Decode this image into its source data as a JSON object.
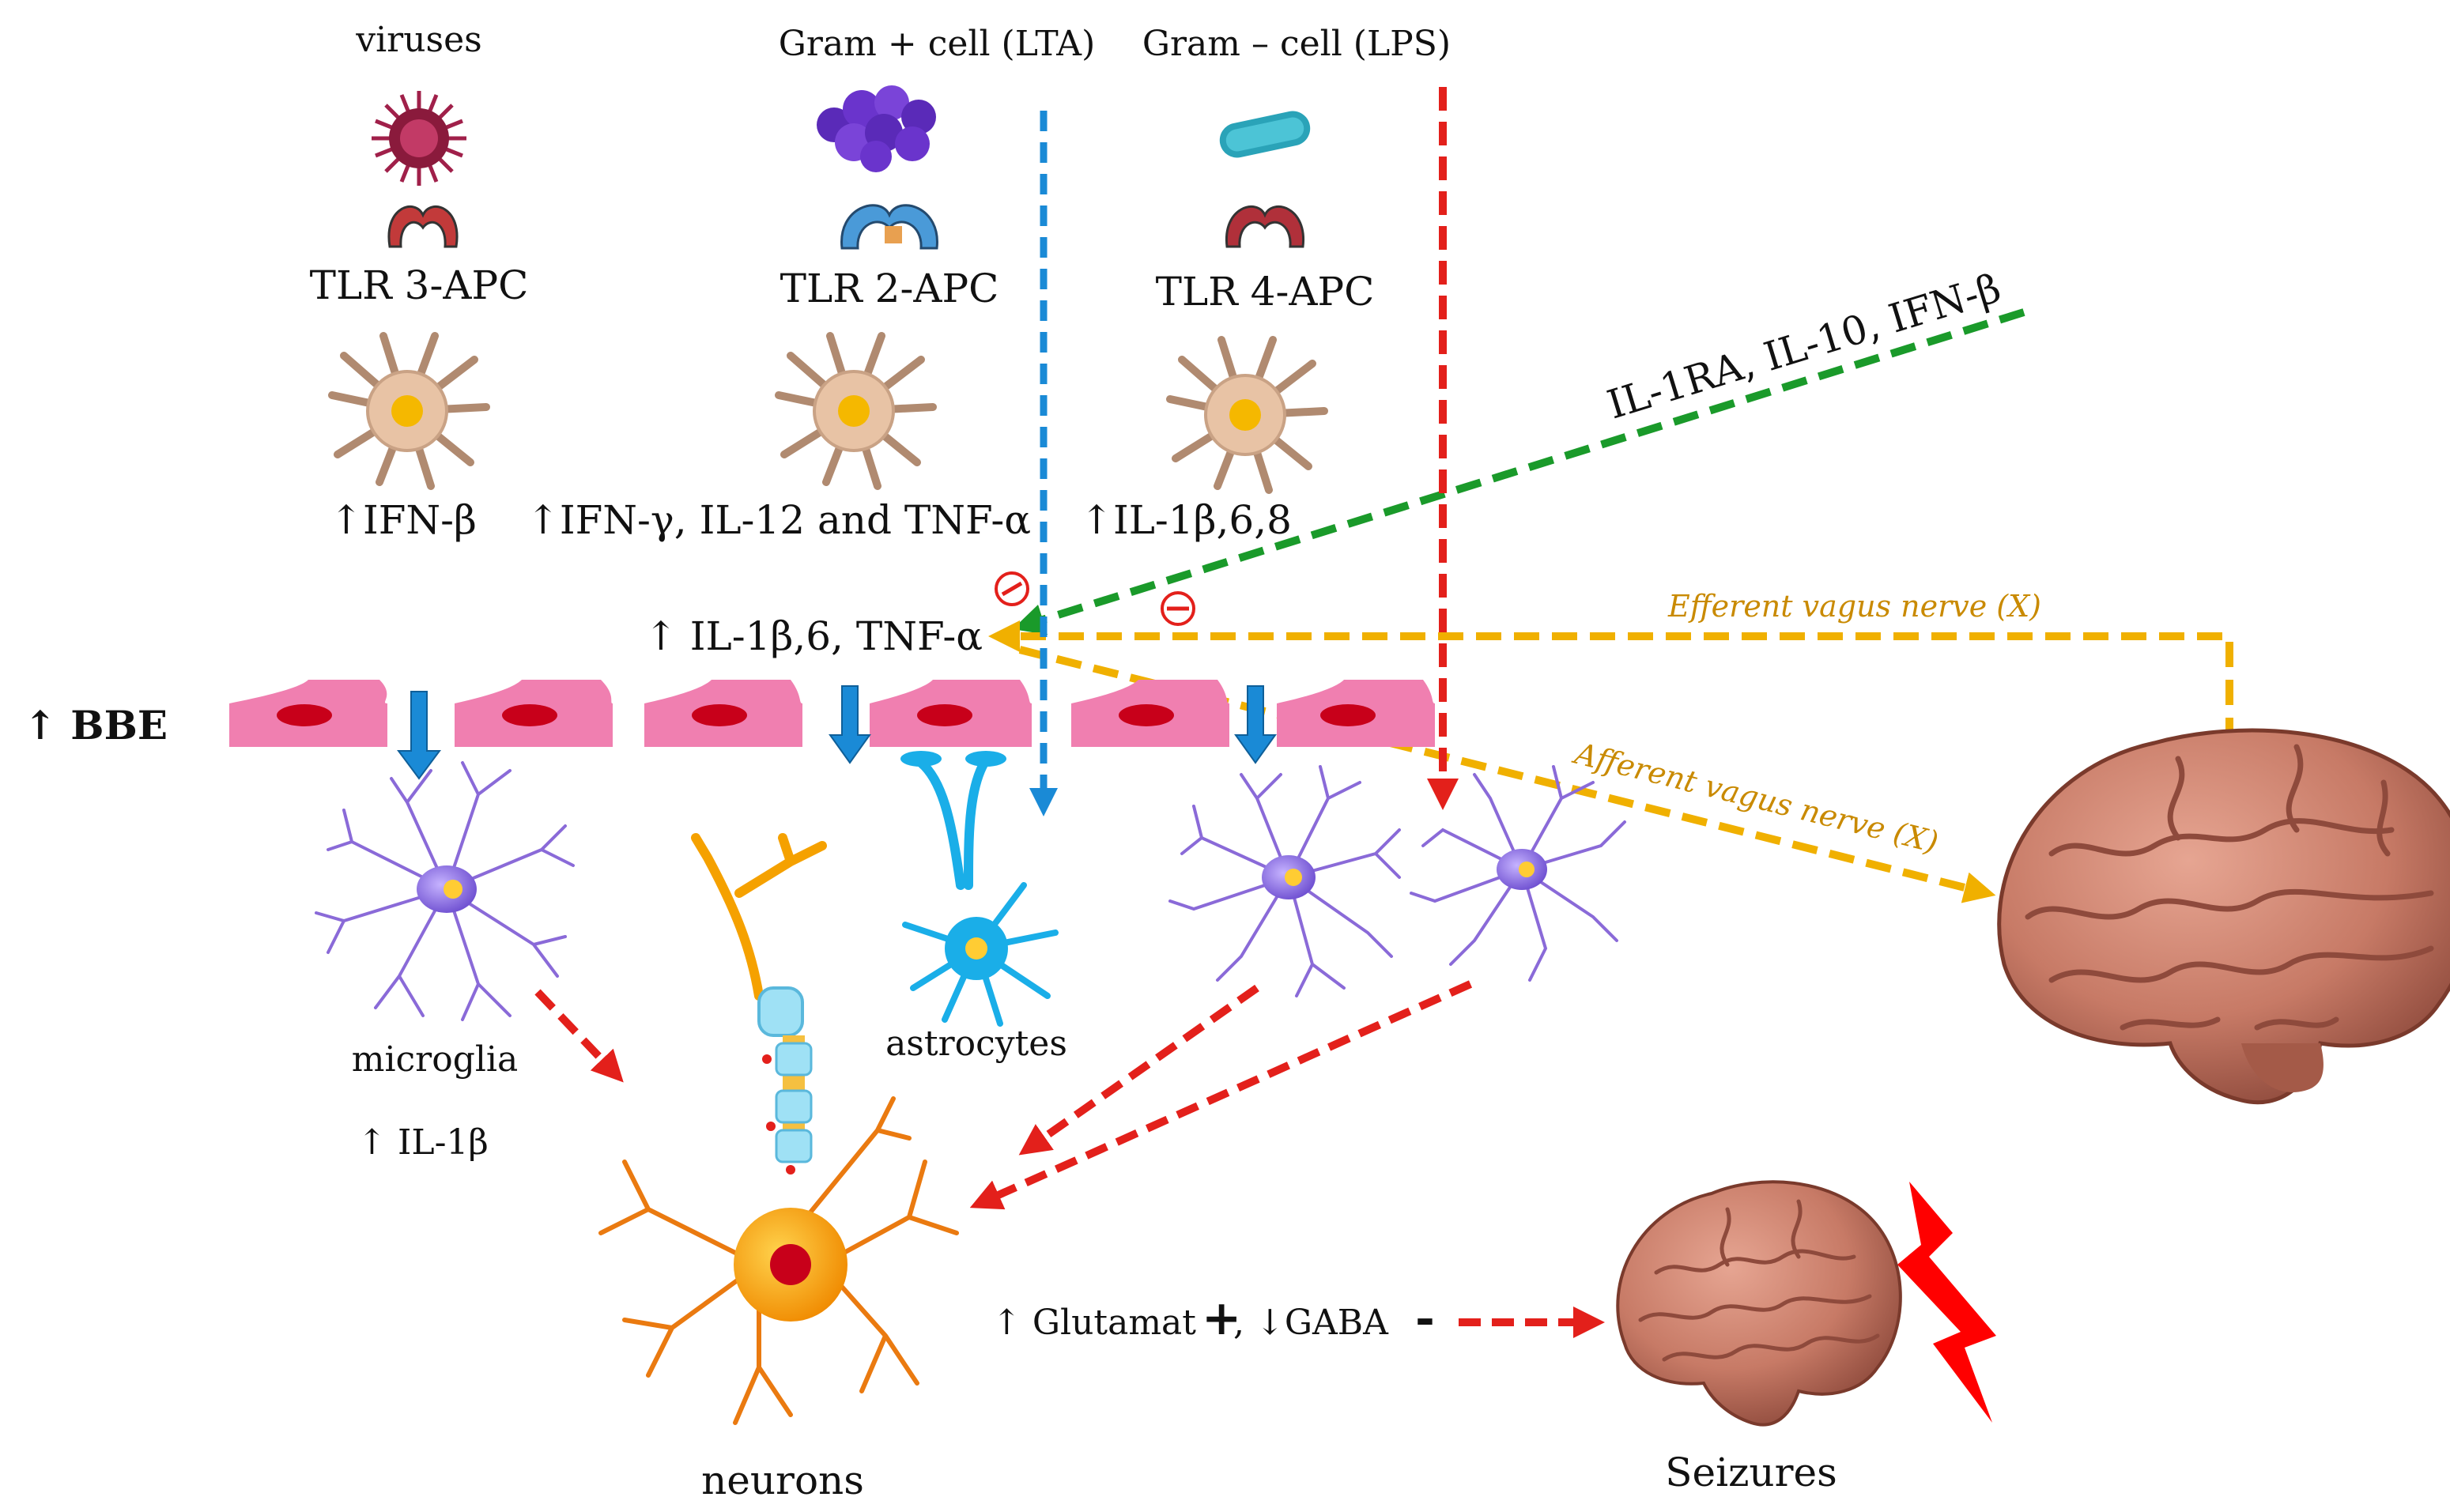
{
  "labels": {
    "viruses": "viruses",
    "gram_pos": "Gram + cell  (LTA)",
    "gram_neg": "Gram – cell (LPS)",
    "tlr3": "TLR 3-APC",
    "tlr2": "TLR 2-APC",
    "tlr4": "TLR 4-APC",
    "ifn_beta": "↑IFN-β",
    "ifn_gamma": "↑IFN-γ, IL-12 and TNF-α",
    "il1b_6_8": "↑IL-1β,6,8",
    "anti_inflammatory": "IL-1RA, IL-10, IFN-β",
    "il1b_6_tnf": "↑  IL-1β,6, TNF-α",
    "efferent": "Efferent  vagus nerve (X)",
    "afferent": "Afferent  vagus nerve (X)",
    "bbe": "↑ BBE",
    "microglia": "microglia",
    "microglia_il1b": "↑ IL-1β",
    "astrocytes": "astrocytes",
    "neurons": "neurons",
    "glutamat": "↑ Glutamat",
    "plus": "+",
    "gaba": ", ↓GABA",
    "minus": "-",
    "seizures": "Seizures",
    "inhibit_symbol": "−"
  },
  "colors": {
    "blue_arrow": "#1a8ad6",
    "red_arrow": "#e3201b",
    "green_arrow": "#1a9a2a",
    "orange_arrow": "#f0b000",
    "endothelium": "#f07fb0",
    "nucleus": "#c8001a",
    "microglia": "#8a6ad8",
    "astrocyte": "#1aaee8",
    "neuron": "#f5a100",
    "brain": "#c77a66",
    "apc_cell": "#e8c3a5"
  },
  "icons": {
    "virus": "virus-icon",
    "bacteria_pos": "gram-positive-bacteria-icon",
    "bacteria_neg": "gram-negative-bacteria-icon",
    "receptor": "tlr-receptor-icon",
    "dendritic": "dendritic-cell-icon",
    "brain": "brain-icon",
    "lightning": "lightning-icon"
  }
}
